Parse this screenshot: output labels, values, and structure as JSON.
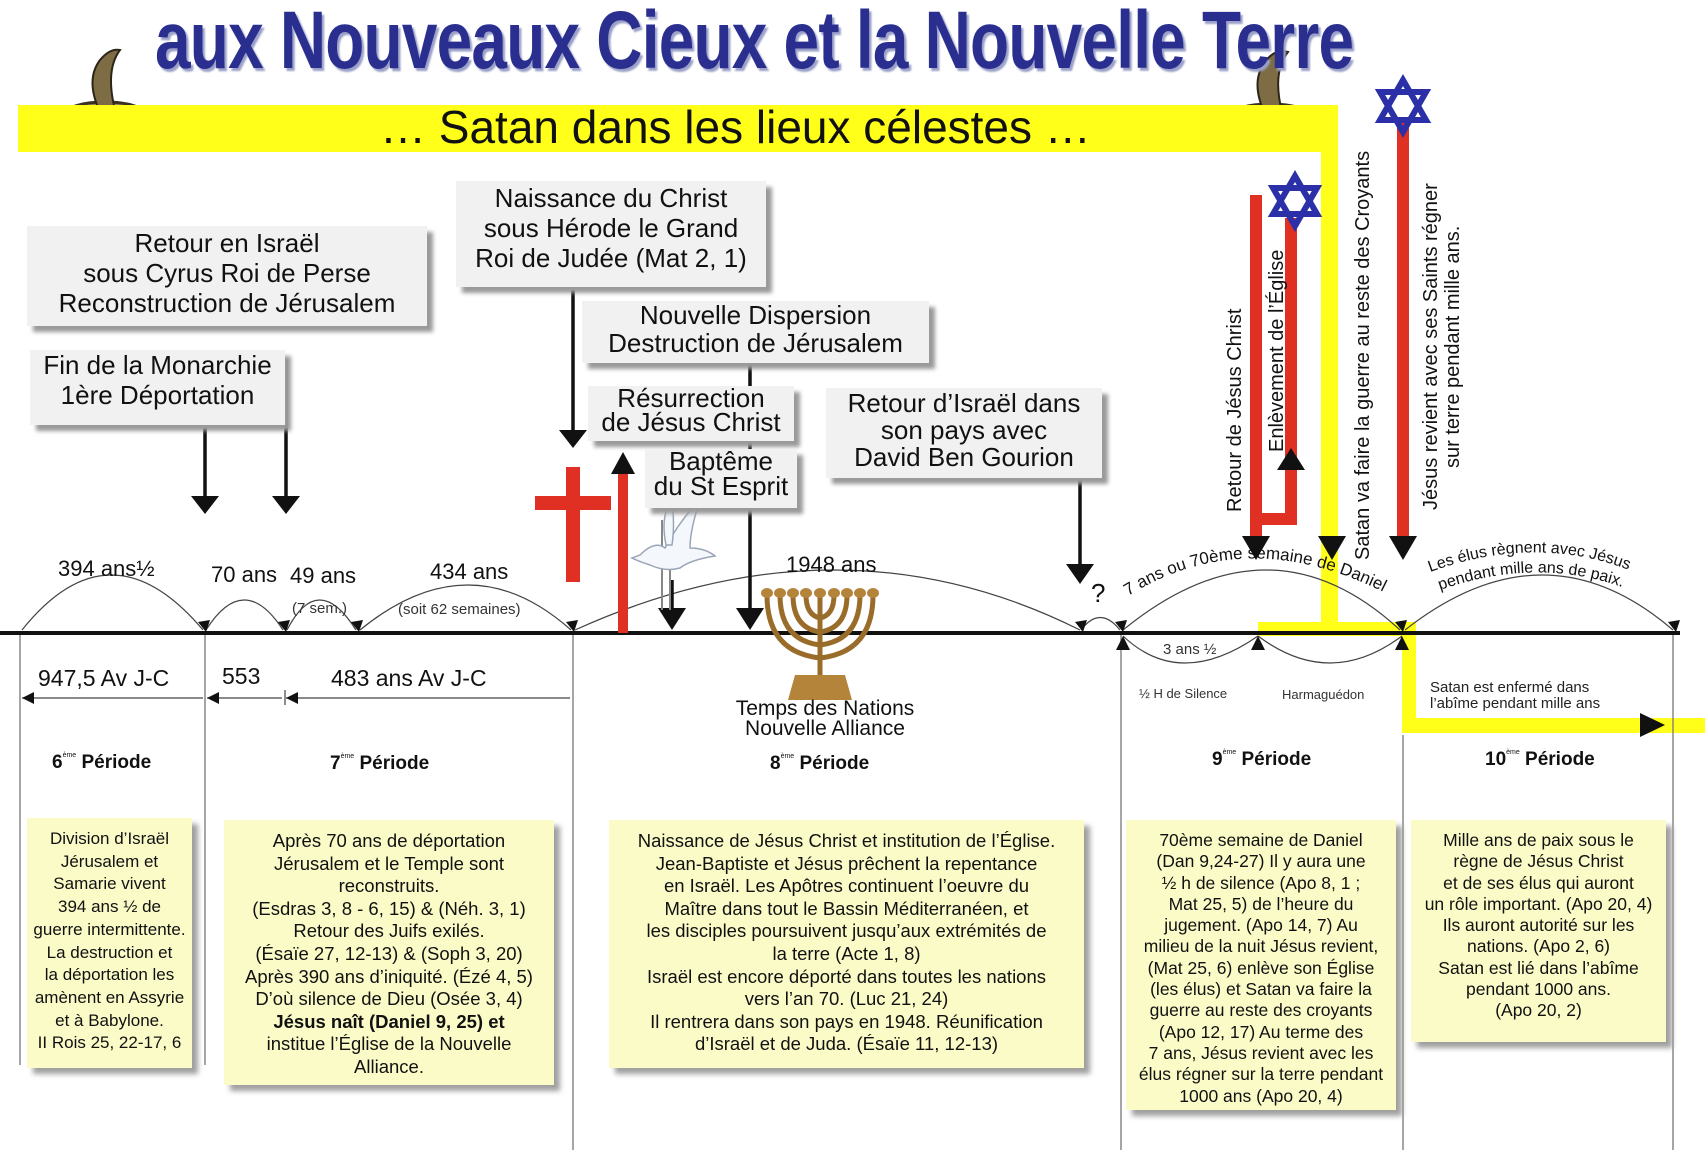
{
  "title": "aux Nouveaux Cieux et la Nouvelle Terre",
  "banner": "… Satan dans les lieux célestes …",
  "colors": {
    "title": "#2a2f8f",
    "band": "#ffff1a",
    "red": "#e03023",
    "star": "#2b2fa8",
    "note_bg": "#fbfbc8"
  },
  "icons": [
    "cobra-icon",
    "cobra-icon",
    "star-of-david-icon",
    "star-of-david-icon",
    "cross-icon",
    "dove-icon",
    "menorah-icon"
  ],
  "event_boxes": {
    "retour": [
      "Retour en Israël",
      "sous Cyrus Roi de Perse",
      "Reconstruction de Jérusalem"
    ],
    "monarchie": [
      "Fin de la Monarchie",
      "1ère Déportation"
    ],
    "naissance": [
      "Naissance du Christ",
      "sous Hérode le Grand",
      "Roi de Judée (Mat 2, 1)"
    ],
    "dispersion": [
      "Nouvelle Dispersion",
      "Destruction de Jérusalem"
    ],
    "resurrection": [
      "Résurrection",
      "de Jésus Christ"
    ],
    "bapteme": [
      "Baptême",
      "du St Esprit"
    ],
    "ben_gourion": [
      "Retour d’Israël dans",
      "son pays avec",
      "David Ben Gourion"
    ]
  },
  "vertical_labels": {
    "retour_jesus": "Retour de Jésus Christ",
    "enlevement": "Enlèvement de l’Église",
    "satan_guerre": "Satan va faire la guerre au reste des Croyants",
    "jesus_revient_1": "Jésus revient avec ses Saints régner",
    "jesus_revient_2": "sur terre pendant mille ans."
  },
  "spans": {
    "s394": "394 ans½",
    "s70": "70 ans",
    "s49": "49 ans",
    "s49_sub": "(7 sem.)",
    "s434": "434 ans",
    "s434_sub": "(soit 62 semaines)",
    "s1948": "1948 ans",
    "question": "?",
    "daniel": "7 ans ou 70ème semaine de Daniel",
    "elus_1": "Les élus règnent avec Jésus",
    "elus_2": "pendant mille ans de paix.",
    "trois_ans": "3 ans ½",
    "silence": "½ H de Silence",
    "harmaguedon": "Harmaguédon"
  },
  "dates": {
    "d947": "947,5 Av J-C",
    "d553": "553",
    "d483": "483 ans Av J-C"
  },
  "nations": [
    "Temps des Nations",
    "Nouvelle Alliance"
  ],
  "satan_abime": [
    "Satan est enfermé dans",
    "l’abîme pendant mille ans"
  ],
  "periods": [
    {
      "num": "6",
      "sup": "ème",
      "label": "Période"
    },
    {
      "num": "7",
      "sup": "ème",
      "label": "Période"
    },
    {
      "num": "8",
      "sup": "ème",
      "label": "Période"
    },
    {
      "num": "9",
      "sup": "ème",
      "label": "Période"
    },
    {
      "num": "10",
      "sup": "ème",
      "label": "Période"
    }
  ],
  "notes": {
    "n6": [
      "Division d’Israël",
      "Jérusalem et",
      "Samarie vivent",
      "394 ans ½ de",
      "guerre intermittente.",
      "La destruction et",
      "la déportation les",
      "amènent en Assyrie",
      "et à Babylone.",
      "II Rois 25, 22-17, 6"
    ],
    "n7": [
      "Après 70 ans de déportation",
      "Jérusalem et le Temple sont",
      "reconstruits.",
      "(Esdras 3, 8 - 6, 15) & (Néh. 3, 1)",
      "Retour des Juifs exilés.",
      "(Ésaïe 27, 12-13) & (Soph 3, 20)",
      "Après 390 ans d’iniquité. (Ézé 4, 5)",
      "D’où silence de Dieu (Osée 3, 4)",
      "Jésus naît (Daniel 9, 25) et",
      "institue l’Église de la Nouvelle",
      "Alliance."
    ],
    "n8": [
      "Naissance de Jésus Christ et institution de l’Église.",
      "Jean-Baptiste et Jésus prêchent la repentance",
      "en Israël.  Les Apôtres continuent l’oeuvre du",
      "Maître dans tout le Bassin Méditerranéen, et",
      "les disciples poursuivent jusqu’aux extrémités de",
      "la terre (Acte 1, 8)",
      "Israël est encore déporté dans toutes les nations",
      "vers l’an 70. (Luc 21, 24)",
      "Il rentrera dans son pays en 1948.  Réunification",
      "d’Israël et de Juda. (Ésaïe 11, 12-13)"
    ],
    "n9": [
      "70ème semaine de Daniel",
      "(Dan 9,24-27) Il y aura une",
      "½ h de silence  (Apo 8, 1 ;",
      "Mat 25, 5) de l’heure du",
      "jugement. (Apo 14, 7)  Au",
      "milieu de la nuit Jésus revient,",
      "(Mat 25, 6)  enlève son Église",
      "(les élus) et Satan va faire la",
      "guerre au reste des croyants",
      "(Apo 12, 17) Au terme des",
      "7  ans, Jésus revient avec les",
      "élus régner sur la terre pendant",
      "1000 ans (Apo 20, 4)"
    ],
    "n10": [
      "Mille ans de paix sous le",
      "règne de Jésus Christ",
      "et de ses élus qui auront",
      "un rôle important. (Apo 20, 4)",
      "Ils auront autorité sur les",
      "nations. (Apo 2, 6)",
      "Satan est lié dans l’abîme",
      "pendant 1000 ans.",
      "(Apo 20, 2)"
    ]
  }
}
